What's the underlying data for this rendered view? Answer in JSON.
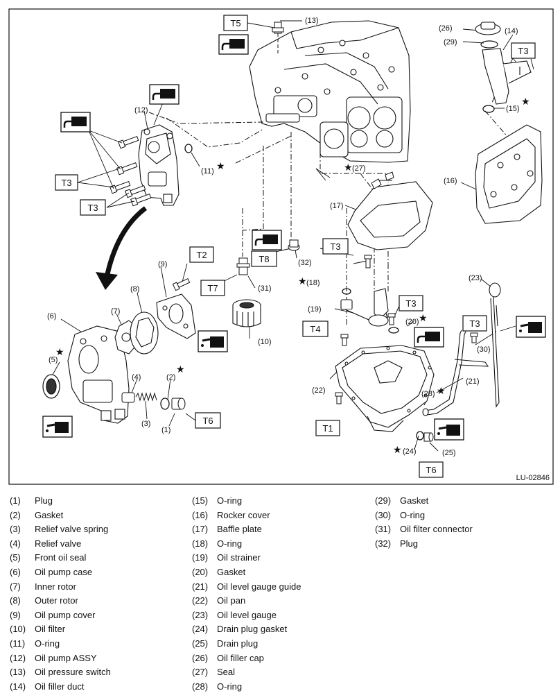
{
  "diagram_code": "LU-02846",
  "star_glyph": "★",
  "torque_labels": {
    "t5": "T5",
    "t3_pump_a": "T3",
    "t3_pump_b": "T3",
    "t3_duct": "T3",
    "t3_baffle": "T3",
    "t3_pan": "T3",
    "t3_gauge": "T3",
    "t2": "T2",
    "t7": "T7",
    "t8": "T8",
    "t4": "T4",
    "t1": "T1",
    "t6_plug": "T6",
    "t6_drain": "T6"
  },
  "callouts": {
    "c1": "(1)",
    "c2": "(2)",
    "c3": "(3)",
    "c4": "(4)",
    "c5": "(5)",
    "c6": "(6)",
    "c7": "(7)",
    "c8": "(8)",
    "c9": "(9)",
    "c10": "(10)",
    "c11": "(11)",
    "c12": "(12)",
    "c13": "(13)",
    "c14": "(14)",
    "c15": "(15)",
    "c16": "(16)",
    "c17": "(17)",
    "c18": "(18)",
    "c19": "(19)",
    "c20": "(20)",
    "c21": "(21)",
    "c22": "(22)",
    "c23": "(23)",
    "c24": "(24)",
    "c25": "(25)",
    "c26": "(26)",
    "c27": "(27)",
    "c28": "(28)",
    "c29": "(29)",
    "c30": "(30)",
    "c31": "(31)",
    "c32": "(32)"
  },
  "legend": {
    "col1": [
      {
        "num": "(1)",
        "name": "Plug"
      },
      {
        "num": "(2)",
        "name": "Gasket"
      },
      {
        "num": "(3)",
        "name": "Relief valve spring"
      },
      {
        "num": "(4)",
        "name": "Relief valve"
      },
      {
        "num": "(5)",
        "name": "Front oil seal"
      },
      {
        "num": "(6)",
        "name": "Oil pump case"
      },
      {
        "num": "(7)",
        "name": "Inner rotor"
      },
      {
        "num": "(8)",
        "name": "Outer rotor"
      },
      {
        "num": "(9)",
        "name": "Oil pump cover"
      },
      {
        "num": "(10)",
        "name": "Oil filter"
      },
      {
        "num": "(11)",
        "name": "O-ring"
      },
      {
        "num": "(12)",
        "name": "Oil pump ASSY"
      },
      {
        "num": "(13)",
        "name": "Oil pressure switch"
      },
      {
        "num": "(14)",
        "name": "Oil filler duct"
      }
    ],
    "col2": [
      {
        "num": "(15)",
        "name": "O-ring"
      },
      {
        "num": "(16)",
        "name": "Rocker cover"
      },
      {
        "num": "(17)",
        "name": "Baffle plate"
      },
      {
        "num": "(18)",
        "name": "O-ring"
      },
      {
        "num": "(19)",
        "name": "Oil strainer"
      },
      {
        "num": "(20)",
        "name": "Gasket"
      },
      {
        "num": "(21)",
        "name": "Oil level gauge guide"
      },
      {
        "num": "(22)",
        "name": "Oil pan"
      },
      {
        "num": "(23)",
        "name": "Oil level gauge"
      },
      {
        "num": "(24)",
        "name": "Drain plug gasket"
      },
      {
        "num": "(25)",
        "name": "Drain plug"
      },
      {
        "num": "(26)",
        "name": "Oil filler cap"
      },
      {
        "num": "(27)",
        "name": "Seal"
      },
      {
        "num": "(28)",
        "name": "O-ring"
      }
    ],
    "col3": [
      {
        "num": "(29)",
        "name": "Gasket"
      },
      {
        "num": "(30)",
        "name": "O-ring"
      },
      {
        "num": "(31)",
        "name": "Oil filter connector"
      },
      {
        "num": "(32)",
        "name": "Plug"
      }
    ]
  }
}
